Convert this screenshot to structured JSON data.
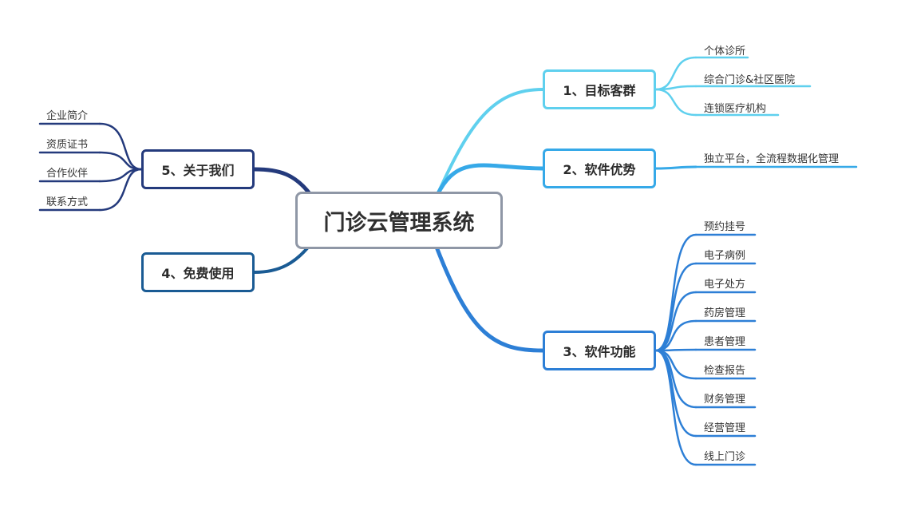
{
  "central": "门诊云管理系统",
  "branches": [
    {
      "label": "1、目标客群",
      "color": "#5fd0ee",
      "children": [
        "个体诊所",
        "综合门诊&社区医院",
        "连锁医疗机构"
      ]
    },
    {
      "label": "2、软件优势",
      "color": "#36a9e8",
      "children": [
        "独立平台，全流程数据化管理"
      ]
    },
    {
      "label": "3、软件功能",
      "color": "#2d7fd6",
      "children": [
        "预约挂号",
        "电子病例",
        "电子处方",
        "药房管理",
        "患者管理",
        "检查报告",
        "财务管理",
        "经营管理",
        "线上门诊"
      ]
    },
    {
      "label": "4、免费使用",
      "color": "#1a5b94",
      "children": []
    },
    {
      "label": "5、关于我们",
      "color": "#243a7c",
      "children": [
        "企业简介",
        "资质证书",
        "合作伙伴",
        "联系方式"
      ]
    }
  ]
}
